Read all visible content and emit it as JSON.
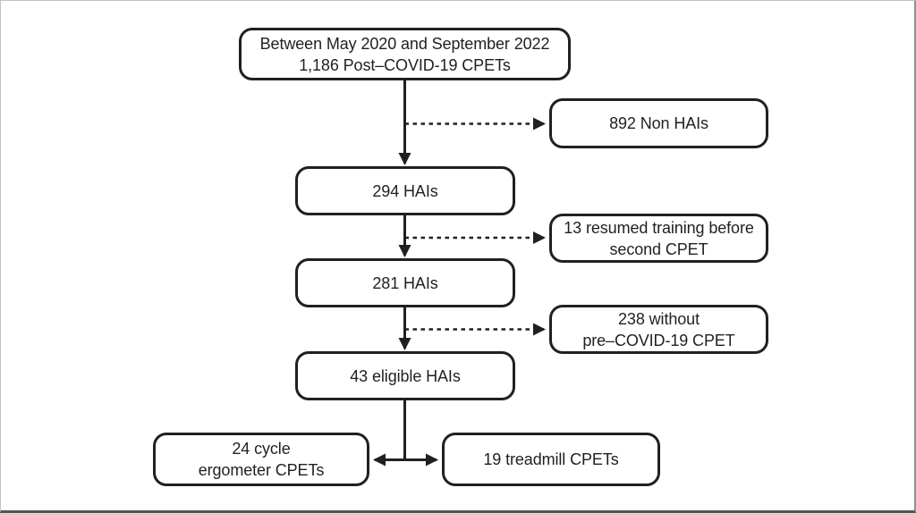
{
  "colors": {
    "background": "#ffffff",
    "box_border": "#231f20",
    "text": "#231f20",
    "line": "#231f20"
  },
  "diagram": {
    "type": "flowchart",
    "nodes": {
      "start": {
        "lines": [
          "Between May 2020 and September 2022",
          "1,186 Post–COVID-19 CPETs"
        ]
      },
      "non_hais": {
        "lines": [
          "892 Non HAIs"
        ]
      },
      "hais_294": {
        "lines": [
          "294 HAIs"
        ]
      },
      "resumed_13": {
        "lines": [
          "13 resumed training before",
          "second CPET"
        ]
      },
      "hais_281": {
        "lines": [
          "281 HAIs"
        ]
      },
      "without_238": {
        "lines": [
          "238 without",
          "pre–COVID-19 CPET"
        ]
      },
      "eligible_43": {
        "lines": [
          "43 eligible HAIs"
        ]
      },
      "cycle_24": {
        "lines": [
          "24 cycle",
          "ergometer CPETs"
        ]
      },
      "treadmill_19": {
        "lines": [
          "19 treadmill CPETs"
        ]
      }
    },
    "edges": [
      {
        "from": "start",
        "to": "hais_294",
        "type": "solid_arrow_down"
      },
      {
        "from": "start",
        "to": "non_hais",
        "type": "dashed_arrow_right"
      },
      {
        "from": "hais_294",
        "to": "hais_281",
        "type": "solid_arrow_down"
      },
      {
        "from": "hais_294",
        "to": "resumed_13",
        "type": "dashed_arrow_right"
      },
      {
        "from": "hais_281",
        "to": "eligible_43",
        "type": "solid_arrow_down"
      },
      {
        "from": "hais_281",
        "to": "without_238",
        "type": "dashed_arrow_right"
      },
      {
        "from": "eligible_43",
        "to": "cycle_24",
        "type": "solid_arrow_left"
      },
      {
        "from": "eligible_43",
        "to": "treadmill_19",
        "type": "solid_arrow_right"
      }
    ]
  }
}
